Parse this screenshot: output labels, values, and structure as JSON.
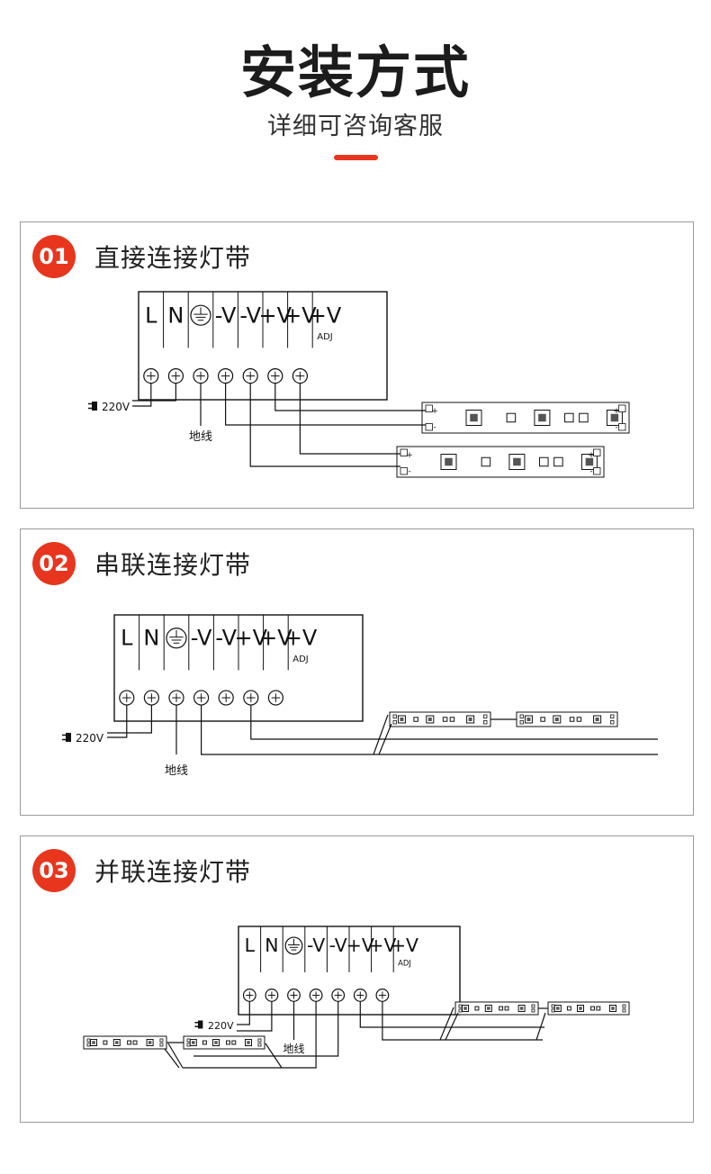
{
  "header": {
    "title": "安装方式",
    "subtitle": "详细可咨询客服",
    "accent_color": "#e8361e"
  },
  "terminals": [
    {
      "label": "L"
    },
    {
      "label": "N"
    },
    {
      "label": "",
      "icon": "ground-icon"
    },
    {
      "label": "-V"
    },
    {
      "label": "-V"
    },
    {
      "label": "+V"
    },
    {
      "label": "+V"
    },
    {
      "label": "+V",
      "sub": "ADJ"
    }
  ],
  "labels": {
    "mains": "220V",
    "ground": "地线",
    "plus": "+",
    "minus": "-"
  },
  "sections": [
    {
      "number": "01",
      "title": "直接连接灯带"
    },
    {
      "number": "02",
      "title": "串联连接灯带"
    },
    {
      "number": "03",
      "title": "并联连接灯带"
    }
  ]
}
